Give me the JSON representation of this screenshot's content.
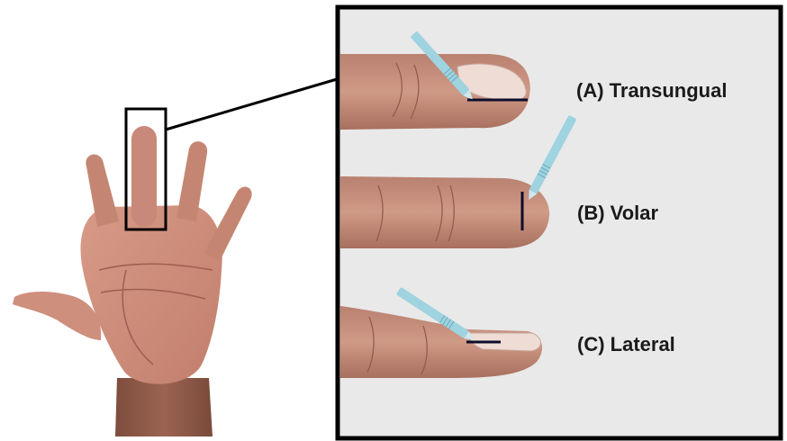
{
  "labels": {
    "transungual": "(A) Transungual",
    "volar": "(B) Volar",
    "lateral": "(C) Lateral"
  },
  "colors": {
    "skin": "#c9907a",
    "skin_dark": "#9b6652",
    "palm": "#d99484",
    "nail": "#eedcd5",
    "panel_bg": "#e9e9e9",
    "frame": "#000000",
    "scalpel": "#9fd3e0",
    "incision": "#0d0d2a"
  }
}
